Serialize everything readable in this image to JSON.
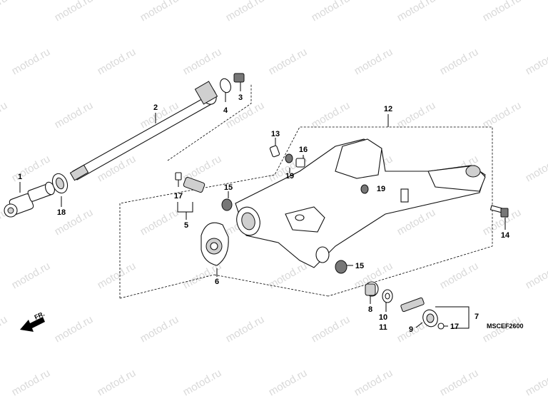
{
  "watermark": {
    "text": "motod.ru"
  },
  "diagram": {
    "code": "MSCEF2600",
    "direction_label": "FR.",
    "callouts": [
      {
        "id": "c1",
        "label": "1"
      },
      {
        "id": "c2",
        "label": "2"
      },
      {
        "id": "c3",
        "label": "3"
      },
      {
        "id": "c4",
        "label": "4"
      },
      {
        "id": "c5",
        "label": "5"
      },
      {
        "id": "c6",
        "label": "6"
      },
      {
        "id": "c7",
        "label": "7"
      },
      {
        "id": "c8",
        "label": "8"
      },
      {
        "id": "c9",
        "label": "9"
      },
      {
        "id": "c10",
        "label": "10"
      },
      {
        "id": "c11",
        "label": "11"
      },
      {
        "id": "c12",
        "label": "12"
      },
      {
        "id": "c13",
        "label": "13"
      },
      {
        "id": "c14",
        "label": "14"
      },
      {
        "id": "c15a",
        "label": "15"
      },
      {
        "id": "c15b",
        "label": "15"
      },
      {
        "id": "c16",
        "label": "16"
      },
      {
        "id": "c17a",
        "label": "17"
      },
      {
        "id": "c17b",
        "label": "17"
      },
      {
        "id": "c18",
        "label": "18"
      },
      {
        "id": "c19a",
        "label": "19"
      },
      {
        "id": "c19b",
        "label": "19"
      }
    ]
  }
}
